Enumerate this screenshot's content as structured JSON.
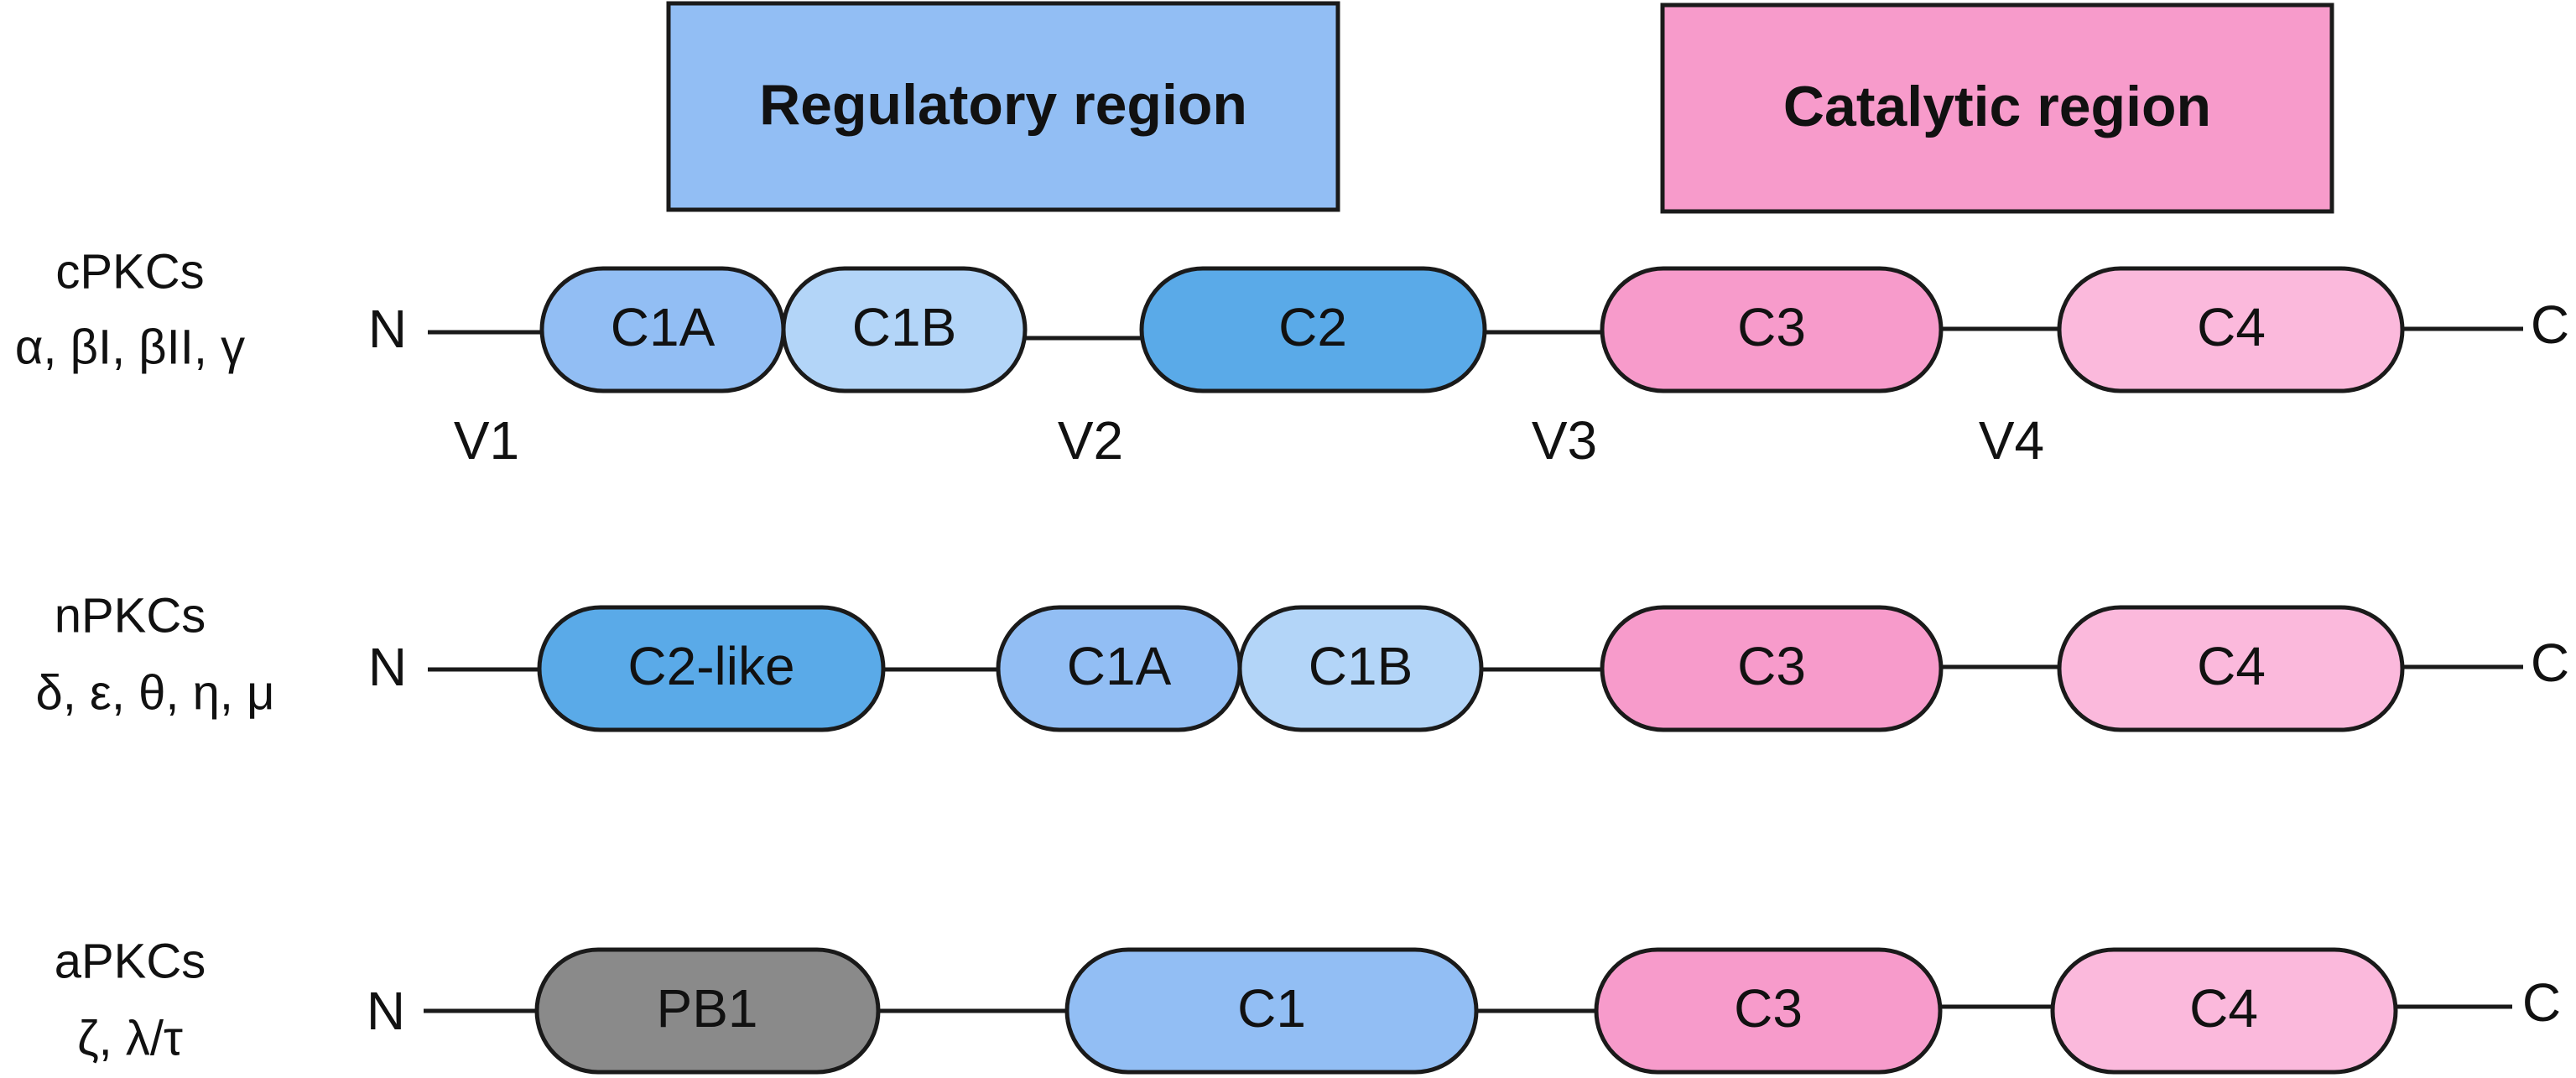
{
  "regions": {
    "regulatory": {
      "label": "Regulatory region",
      "color": "#92bef4"
    },
    "catalytic": {
      "label": "Catalytic region",
      "color": "#f79bcb"
    }
  },
  "colors": {
    "c1a": "#92bef4",
    "c1b": "#b3d5f8",
    "c2": "#5aaae8",
    "c3": "#f79bcb",
    "c4": "#fbb9dc",
    "pb1": "#8a8a8a",
    "c1": "#92bef4",
    "stroke": "#1a1a1a"
  },
  "families": {
    "cpkc": {
      "name": "cPKCs",
      "isoforms": "α, βI, βII, γ",
      "n_terminus": "N",
      "c_terminus": "C",
      "domains": [
        "C1A",
        "C1B",
        "C2",
        "C3",
        "C4"
      ],
      "variable_regions": [
        "V1",
        "V2",
        "V3",
        "V4"
      ]
    },
    "npkc": {
      "name": "nPKCs",
      "isoforms": "δ, ε, θ, η, μ",
      "n_terminus": "N",
      "c_terminus": "C",
      "domains": [
        "C2-like",
        "C1A",
        "C1B",
        "C3",
        "C4"
      ]
    },
    "apkc": {
      "name": "aPKCs",
      "isoforms": "ζ, λ/τ",
      "n_terminus": "N",
      "c_terminus": "C",
      "domains": [
        "PB1",
        "C1",
        "C3",
        "C4"
      ]
    }
  }
}
